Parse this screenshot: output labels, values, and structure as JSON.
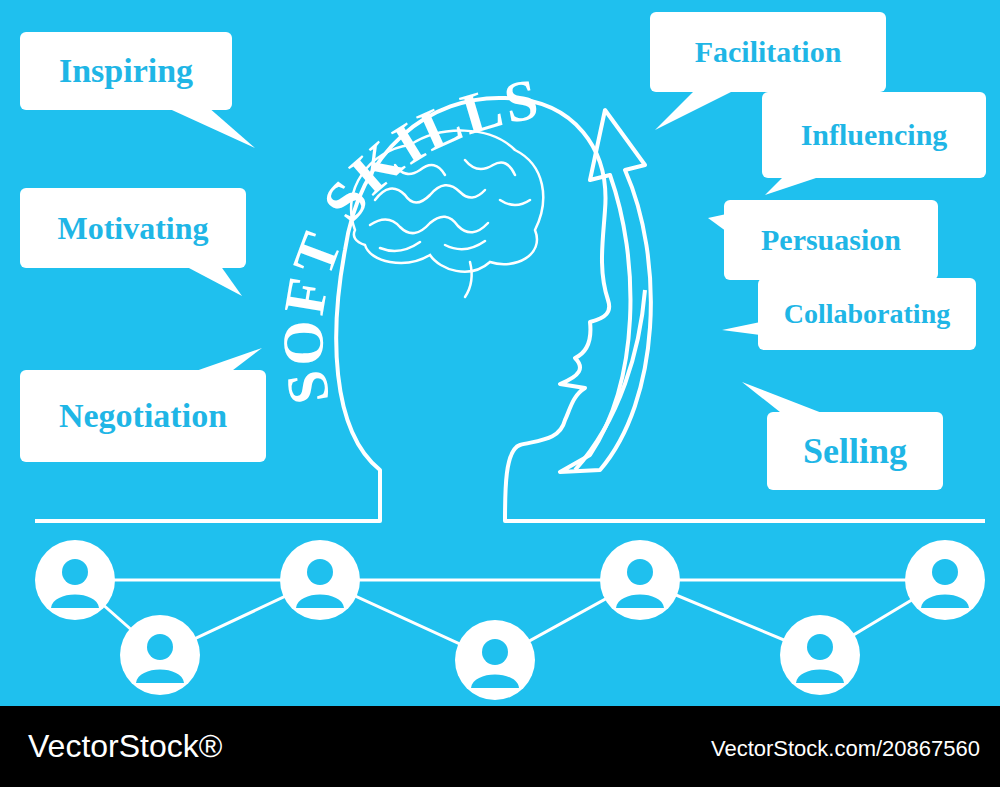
{
  "diagram": {
    "nodes": [
      {
        "text": [
          "Inspiring"
        ]
      },
      {
        "text": [
          "Motivating"
        ]
      },
      {
        "text": [
          "Negotiation"
        ]
      },
      {
        "text": [
          "Facilitation"
        ]
      },
      {
        "text": [
          "Influencing"
        ]
      },
      {
        "text": [
          "Persuasion"
        ]
      },
      {
        "text": [
          "Collaborating"
        ]
      },
      {
        "text": [
          "Selling"
        ]
      }
    ],
    "labels": [
      "SOFT SKILLS",
      "VectorStock®",
      "VectorStock.com/20867560"
    ]
  }
}
